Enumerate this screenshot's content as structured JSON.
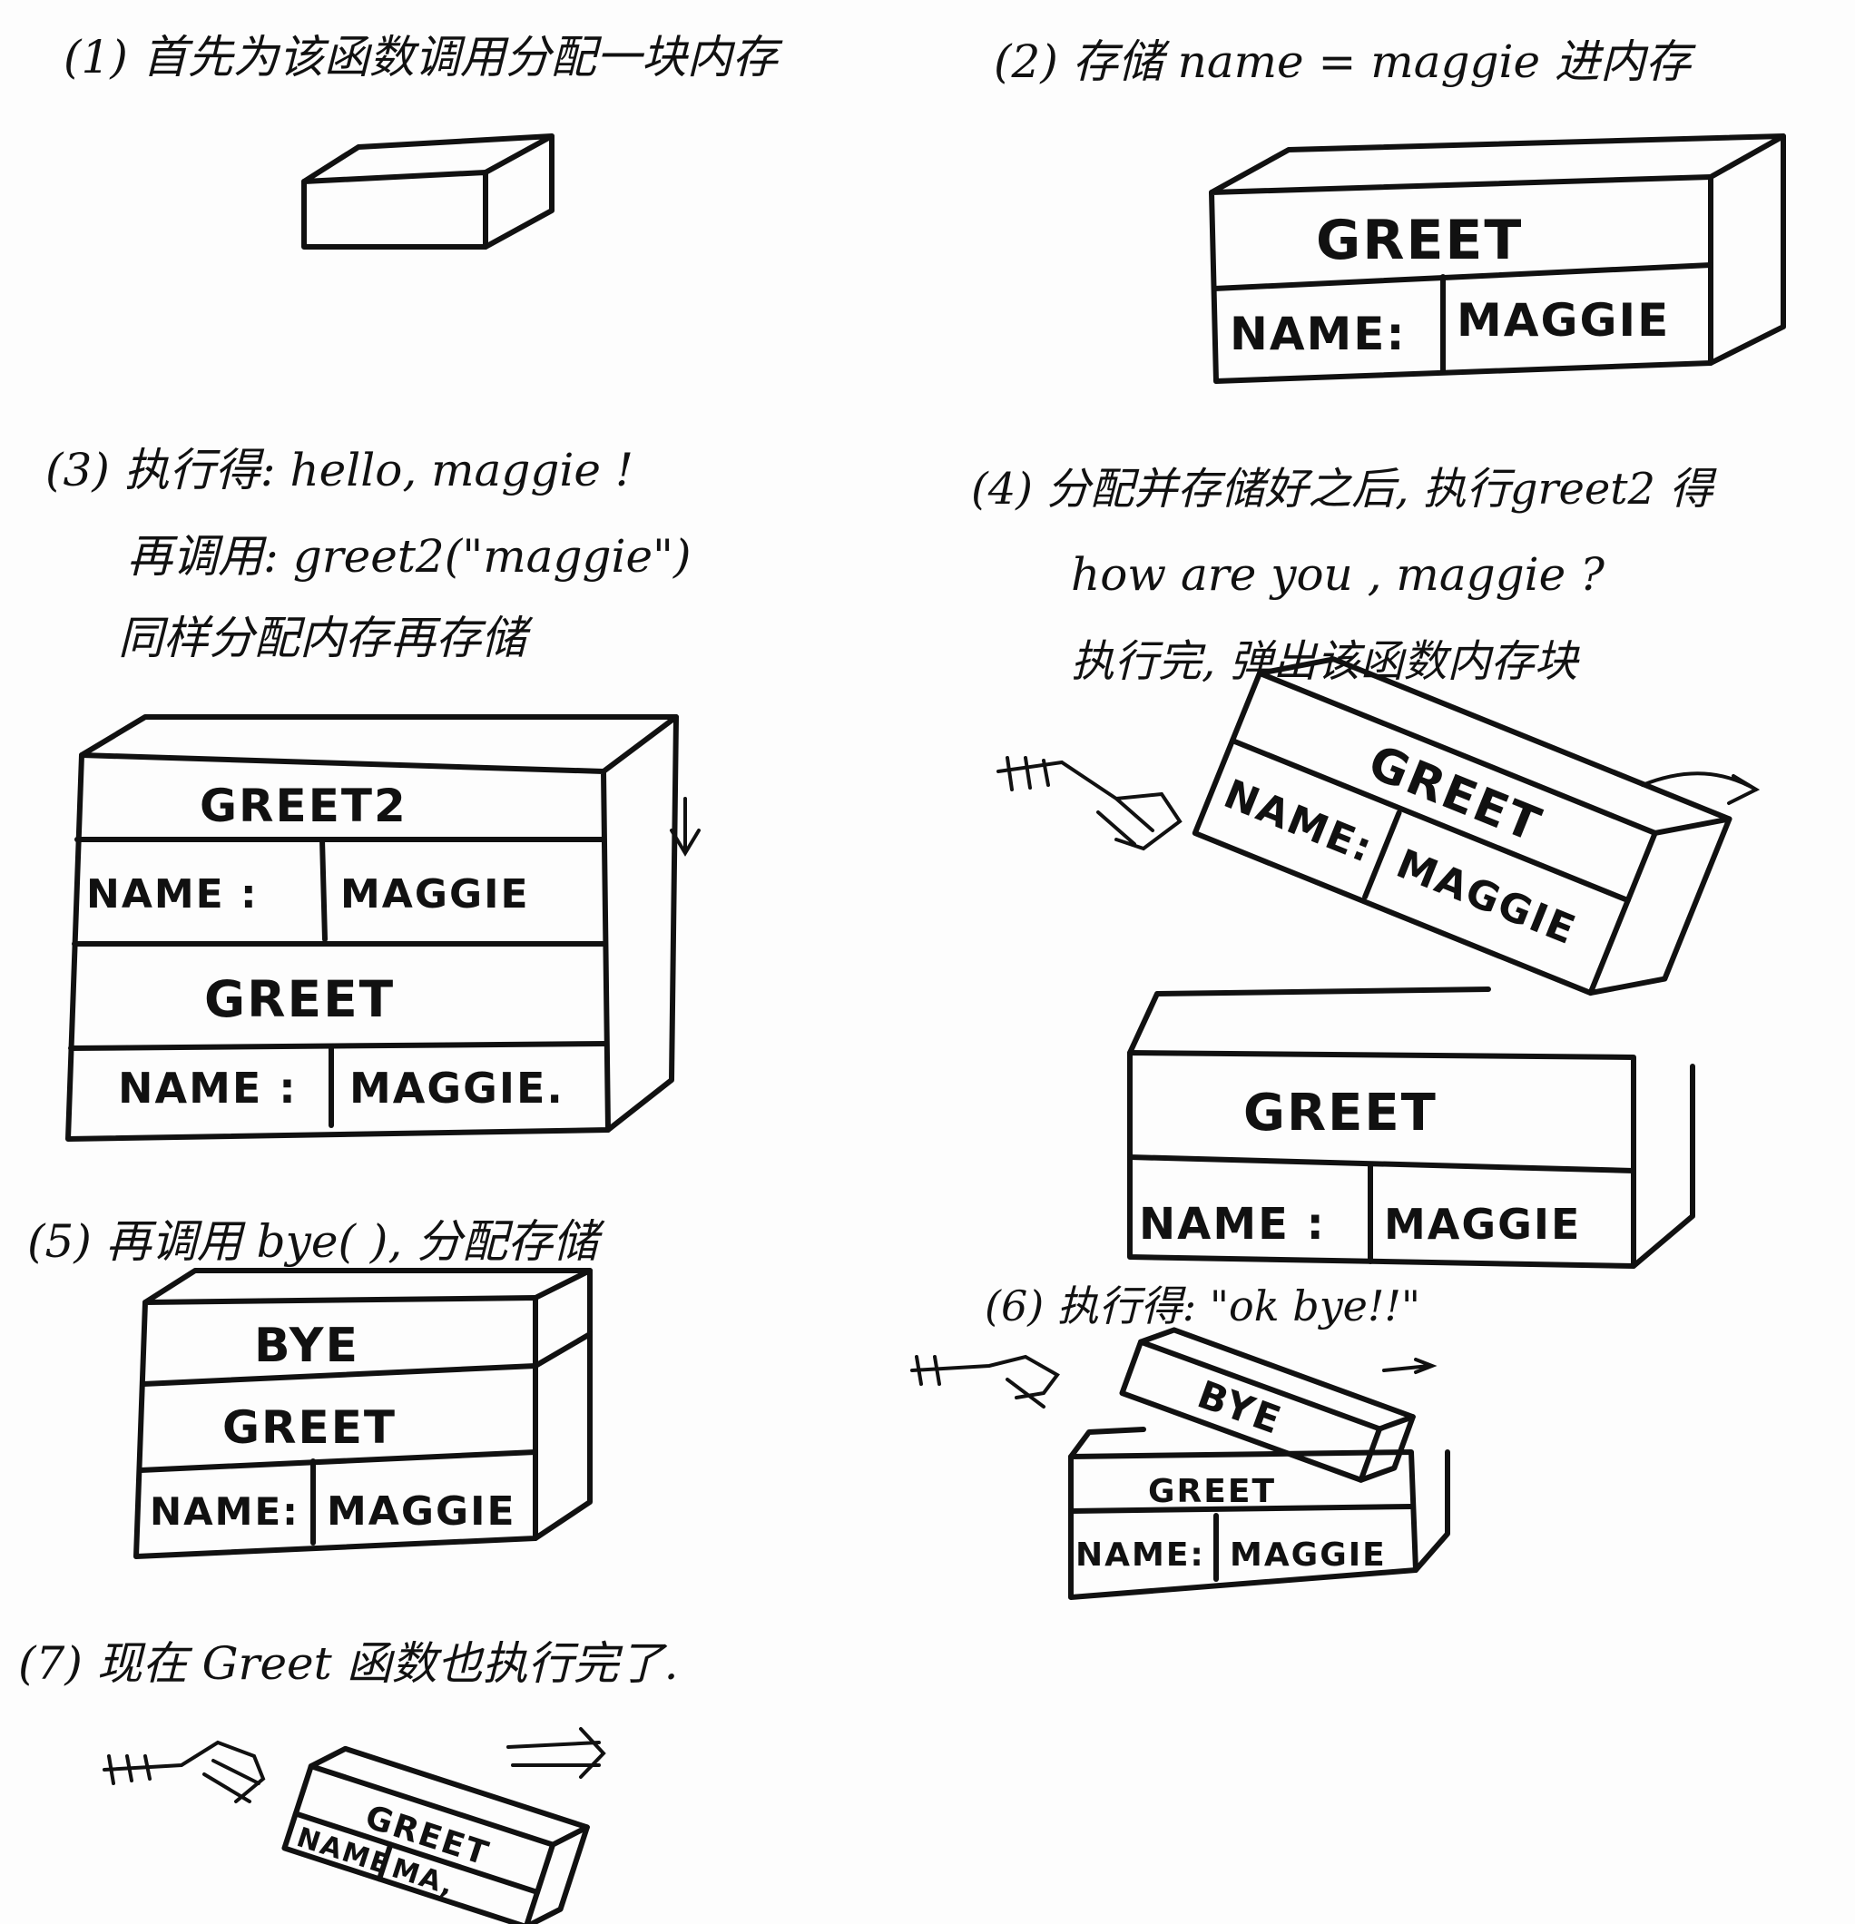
{
  "steps": {
    "s1": "(1) 首先为该函数调用分配一块内存",
    "s2": "(2) 存储 name = maggie 进内存",
    "s3": [
      "(3) 执行得: hello, maggie !",
      "再调用: greet2(\"maggie\")",
      "同样分配内存再存储"
    ],
    "s4": [
      "(4) 分配并存储好之后, 执行greet2 得",
      "how are you , maggie ?",
      "执行完, 弹出该函数内存块"
    ],
    "s5": "(5) 再调用 bye( ), 分配存储",
    "s6": "(6) 执行得: \"ok bye!!\"",
    "s7": "(7) 现在 Greet 函数也执行完了."
  },
  "boxes": {
    "b2": {
      "title": "GREET",
      "name": "NAME:",
      "value": "MAGGIE"
    },
    "b3_top": {
      "title": "GREET2",
      "name": "NAME :",
      "value": "MAGGIE"
    },
    "b3_bottom": {
      "title": "GREET",
      "name": "NAME :",
      "value": "MAGGIE."
    },
    "b4_popped": {
      "title": "GREET",
      "name": "NAME:",
      "value": "MAGGIE"
    },
    "b4_base": {
      "title": "GREET",
      "name": "NAME :",
      "value": "MAGGIE"
    },
    "b5_top": {
      "title": "BYE"
    },
    "b5_bottom": {
      "title": "GREET",
      "name": "NAME:",
      "value": "MAGGIE"
    },
    "b6_popped": {
      "title": "BYE"
    },
    "b6_base": {
      "title": "GREET",
      "name": "NAME:",
      "value": "MAGGIE"
    },
    "b7_popped": {
      "title": "GREET",
      "name": "NAME",
      "value": "MA,"
    }
  }
}
